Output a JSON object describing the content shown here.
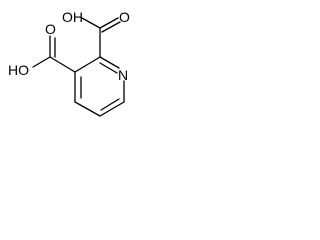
{
  "structure": {
    "atoms": {
      "carboxyl_a_hydroxyl": "OH",
      "carboxyl_a_carbonyl": "O",
      "carboxyl_b_hydroxyl": "HO",
      "carboxyl_b_carbonyl": "O",
      "ring_nitrogen": "N"
    }
  }
}
